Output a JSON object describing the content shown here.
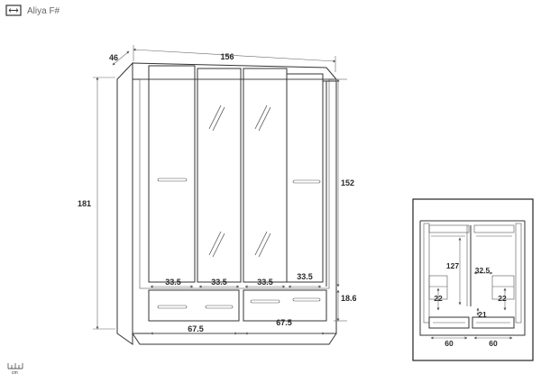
{
  "header": {
    "title": "Aliya F#",
    "logo_icon": "ruler-icon"
  },
  "front_view": {
    "width": "156",
    "depth": "46",
    "height": "181",
    "door_height": "152",
    "drawer_height": "18.6",
    "door_widths": [
      "33.5",
      "33.5",
      "33.5",
      "33.5"
    ],
    "drawer_widths": [
      "67.5",
      "67.5"
    ]
  },
  "inset_view": {
    "hanging_height": "127",
    "shelf_width": "32.5",
    "shelf_left_height": "22",
    "shelf_right_height": "22",
    "drawer_inner_height": "21",
    "drawer_widths": [
      "60",
      "60"
    ]
  },
  "footer": {
    "unit": "cm",
    "unit_icon": "ruler-scale-icon"
  },
  "colors": {
    "line": "#333333",
    "dimension": "#666666",
    "frame": "#222222"
  }
}
